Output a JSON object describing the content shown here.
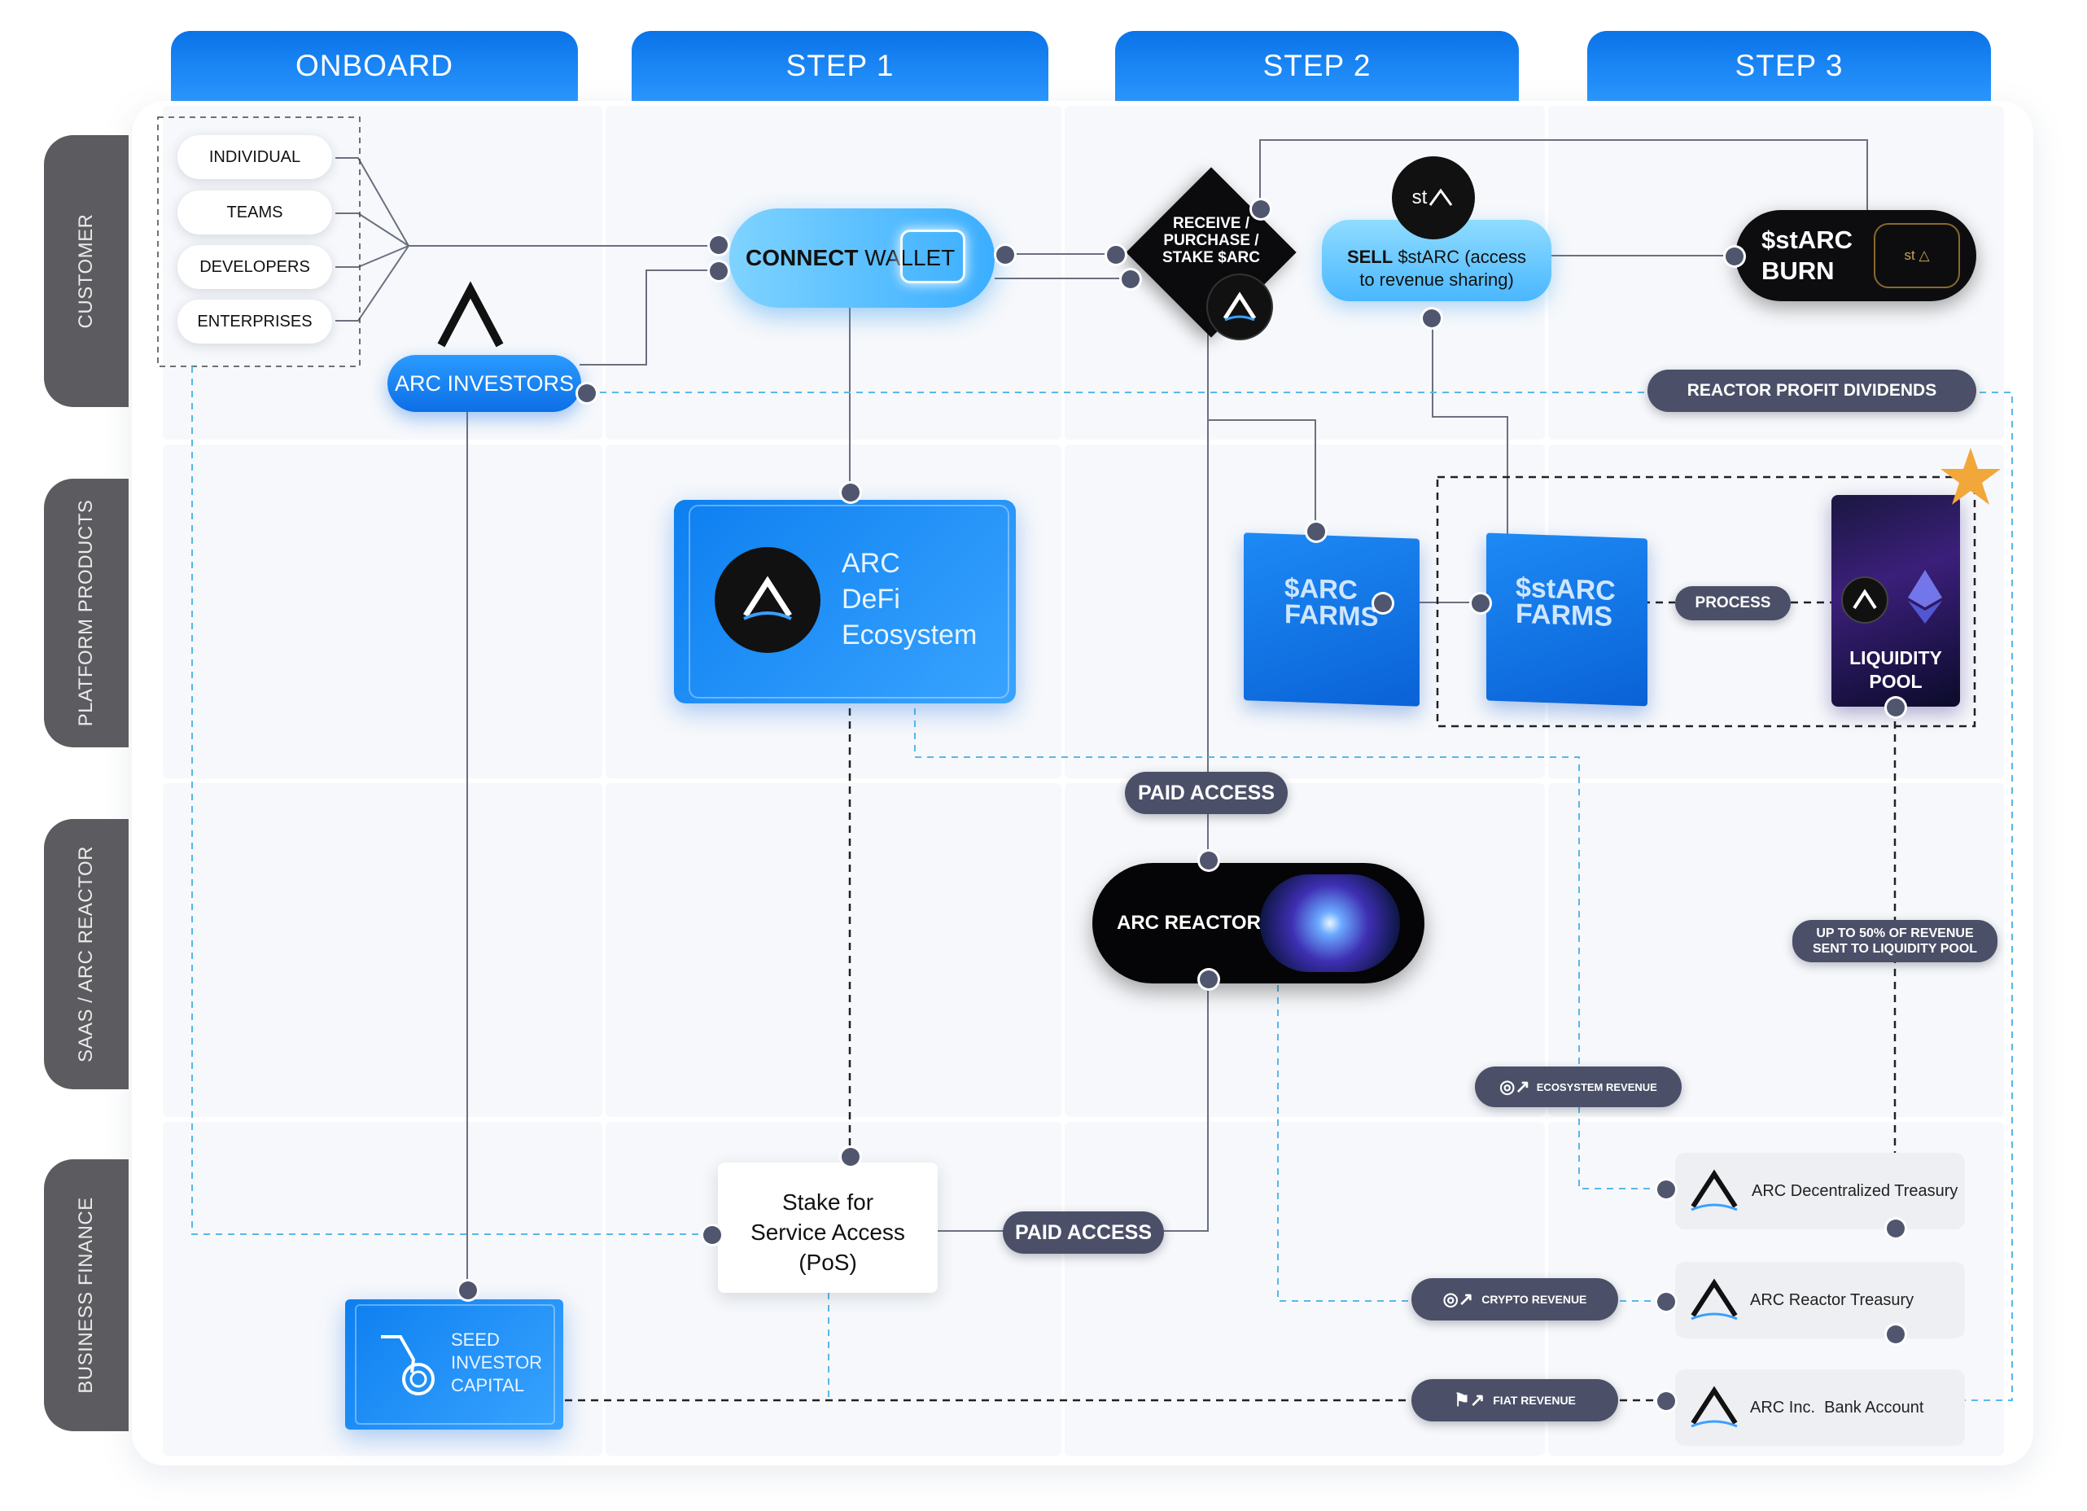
{
  "columns": [
    "ONBOARD",
    "STEP 1",
    "STEP 2",
    "STEP 3"
  ],
  "rows": [
    "CUSTOMER",
    "PLATFORM PRODUCTS",
    "SAAS / ARC REACTOR",
    "BUSINESS FINANCE"
  ],
  "customers": [
    "INDIVIDUAL",
    "TEAMS",
    "DEVELOPERS",
    "ENTERPRISES"
  ],
  "arc_investors": "ARC INVESTORS",
  "connect_wallet": {
    "bold": "CONNECT",
    "rest": "WALLET"
  },
  "receive": [
    "RECEIVE /",
    "PURCHASE /",
    "STAKE $ARC"
  ],
  "sell": {
    "bold": "SELL",
    "rest": "$stARC (access",
    "line2": "to revenue sharing)",
    "badge": "st"
  },
  "burn": [
    "$stARC",
    "BURN"
  ],
  "burn_badge": "st",
  "reactor_profit": "REACTOR PROFIT DIVIDENDS",
  "ecosystem": [
    "ARC",
    "DeFi",
    "Ecosystem"
  ],
  "farms_arc": [
    "$ARC",
    "FARMS"
  ],
  "farms_starc": [
    "$stARC",
    "FARMS"
  ],
  "process": "PROCESS",
  "liquidity_pool": [
    "LIQUIDITY",
    "POOL"
  ],
  "paid_access_top": "PAID ACCESS",
  "arc_reactor": "ARC REACTOR",
  "up_to_50": [
    "UP TO 50% OF REVENUE",
    "SENT TO LIQUIDITY POOL"
  ],
  "ecosystem_revenue": "ECOSYSTEM REVENUE",
  "crypto_revenue": "CRYPTO REVENUE",
  "fiat_revenue": "FIAT REVENUE",
  "stake": [
    "Stake for",
    "Service Access",
    "(PoS)"
  ],
  "paid_access_bottom": "PAID ACCESS",
  "seed": [
    "SEED",
    "INVESTOR",
    "CAPITAL"
  ],
  "treasuries": [
    "ARC Decentralized Treasury",
    "ARC Reactor Treasury",
    "ARC Inc.  Bank Account"
  ]
}
